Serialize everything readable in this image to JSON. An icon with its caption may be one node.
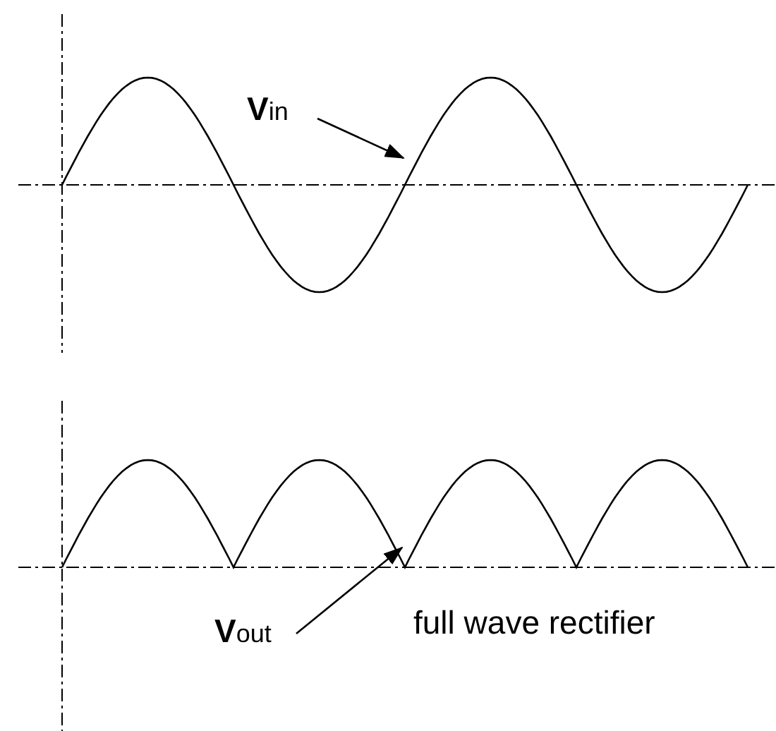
{
  "diagram": {
    "nodes": [
      {
        "text": [
          "**V**in"
        ]
      },
      {
        "text": [
          "**V**out"
        ]
      }
    ],
    "edges": [
      {
        "from": 0,
        "to": null,
        "arrow": "to"
      },
      {
        "from": 1,
        "to": null,
        "arrow": "to"
      }
    ],
    "labels": [
      "full wave rectifier"
    ]
  }
}
